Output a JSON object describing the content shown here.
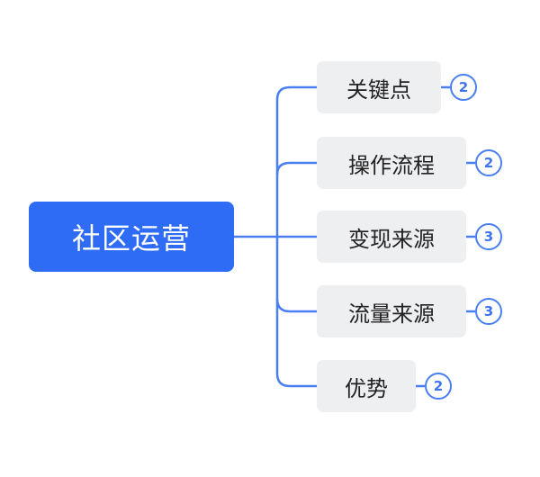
{
  "root": {
    "label": "社区运营"
  },
  "children": [
    {
      "label": "关键点",
      "count": "2"
    },
    {
      "label": "操作流程",
      "count": "2"
    },
    {
      "label": "变现来源",
      "count": "3"
    },
    {
      "label": "流量来源",
      "count": "3"
    },
    {
      "label": "优势",
      "count": "2"
    }
  ],
  "colors": {
    "root_fill": "#2E6CF6",
    "node_fill": "#EEEFF1",
    "connector": "#4A7FF3"
  }
}
